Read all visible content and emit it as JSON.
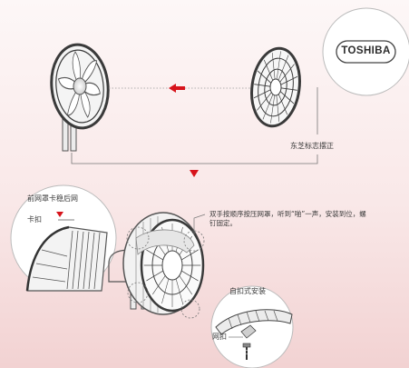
{
  "brand": {
    "logo_text": "TOSHIBA"
  },
  "step1": {
    "label_logo_upright": "东芝标志摆正"
  },
  "step2": {
    "label_front_grille_hook": "前网罩卡稳后网",
    "label_clip": "卡扣",
    "instruction": "双手按顺序按压网罩，听到“啪”一声，安装到位，螺钉固定。",
    "label_snap_install": "自扣式安装",
    "label_grille_clip": "网扣"
  },
  "colors": {
    "accent_red": "#d7131b",
    "line": "#4a4a4a",
    "grille_dark": "#3a3a3a"
  }
}
